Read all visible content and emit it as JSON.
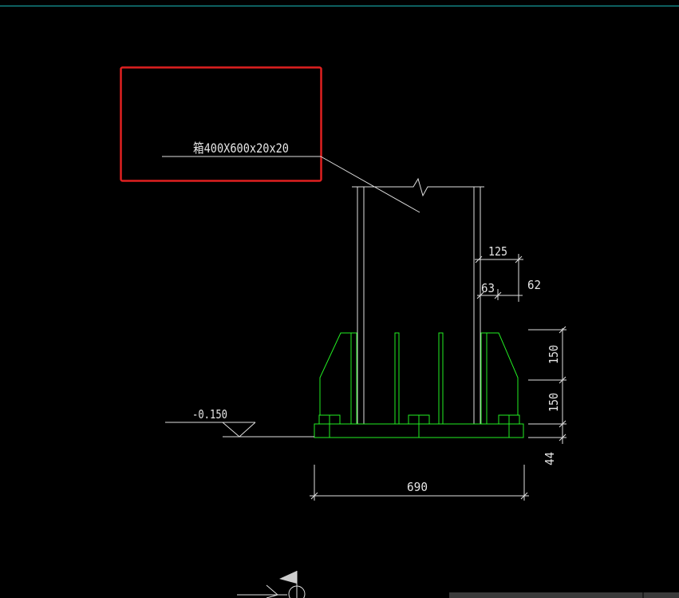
{
  "colors": {
    "background": "#000000",
    "line": "#e0e0e0",
    "steel_plate": "#22ee22",
    "top_rule": "#19b3b3",
    "highlight_box": "#e02020",
    "marker_flag": "#cccccc",
    "status_strip": "#3a3a3a"
  },
  "annotation": {
    "label": "箱400X600x20x20",
    "highlighted": true
  },
  "elevation": {
    "label": "-0.150"
  },
  "dimensions": {
    "top_right_horizontal": "125",
    "inner_horizontal": "63",
    "right_vertical": "62",
    "stiffener_upper": "150",
    "stiffener_lower": "150",
    "base_plate_thickness": "44",
    "base_width": "690"
  },
  "icons": {
    "elevation_marker": "triangle-elevation-icon",
    "north_marker": "flag-marker-icon"
  }
}
